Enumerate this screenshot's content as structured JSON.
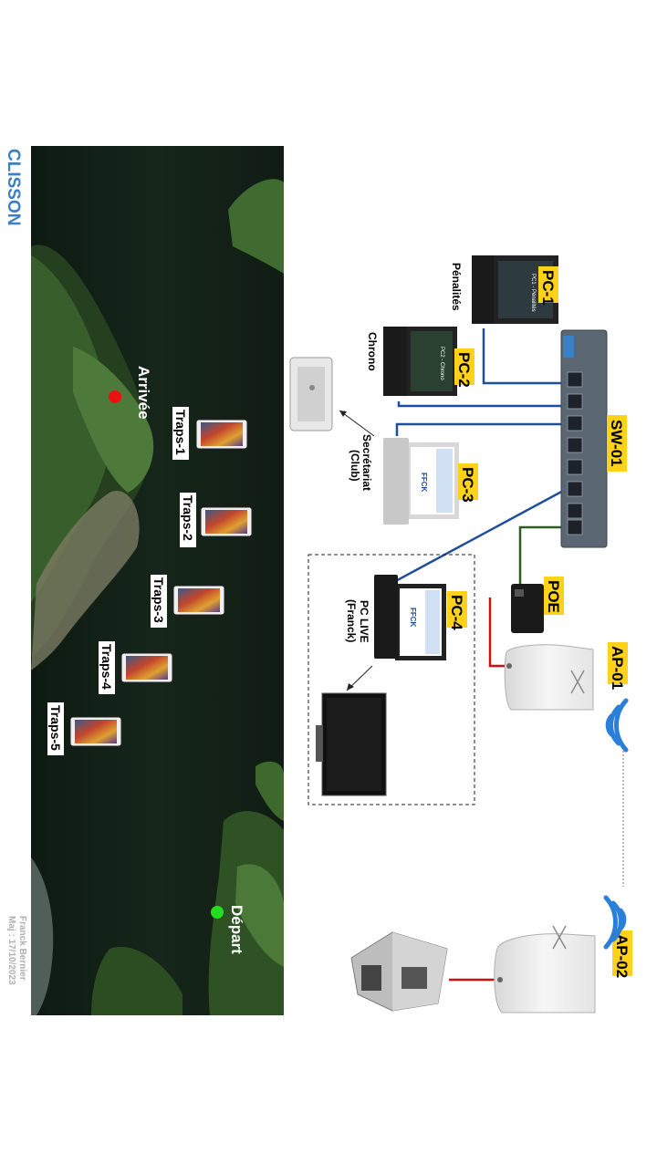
{
  "title": "CLISSON",
  "author": "Franck Bernier",
  "updated": "Maj : 17/10/2023",
  "map": {
    "start_label": "Départ",
    "finish_label": "Arrivée",
    "start_color": "#22dd22",
    "finish_color": "#ee1111",
    "traps": [
      "Traps-1",
      "Traps-2",
      "Traps-3",
      "Traps-4",
      "Traps-5"
    ]
  },
  "network": {
    "switch": {
      "name": "SW-01"
    },
    "pcs": [
      {
        "name": "PC-1",
        "role": "Pénalités",
        "screen_text": "PC1 - Pénalités"
      },
      {
        "name": "PC-2",
        "role": "Chrono",
        "screen_text": "PC2 - Chrono"
      },
      {
        "name": "PC-3",
        "role_line1": "Secrétariat",
        "role_line2": "(Club)",
        "screen_logo": "FFCK"
      },
      {
        "name": "PC-4",
        "role_line1": "PC LIVE",
        "role_line2": "(Franck)",
        "screen_logo": "FFCK"
      }
    ],
    "poe": {
      "name": "POE"
    },
    "access_points": [
      {
        "name": "AP-01"
      },
      {
        "name": "AP-02"
      }
    ],
    "colors": {
      "ethernet": "#1f4e9c",
      "poe_link": "#2e5e1e",
      "power": "#d01010",
      "wifi": "#2a7fd8",
      "label_bg": "#ffd21a"
    }
  }
}
